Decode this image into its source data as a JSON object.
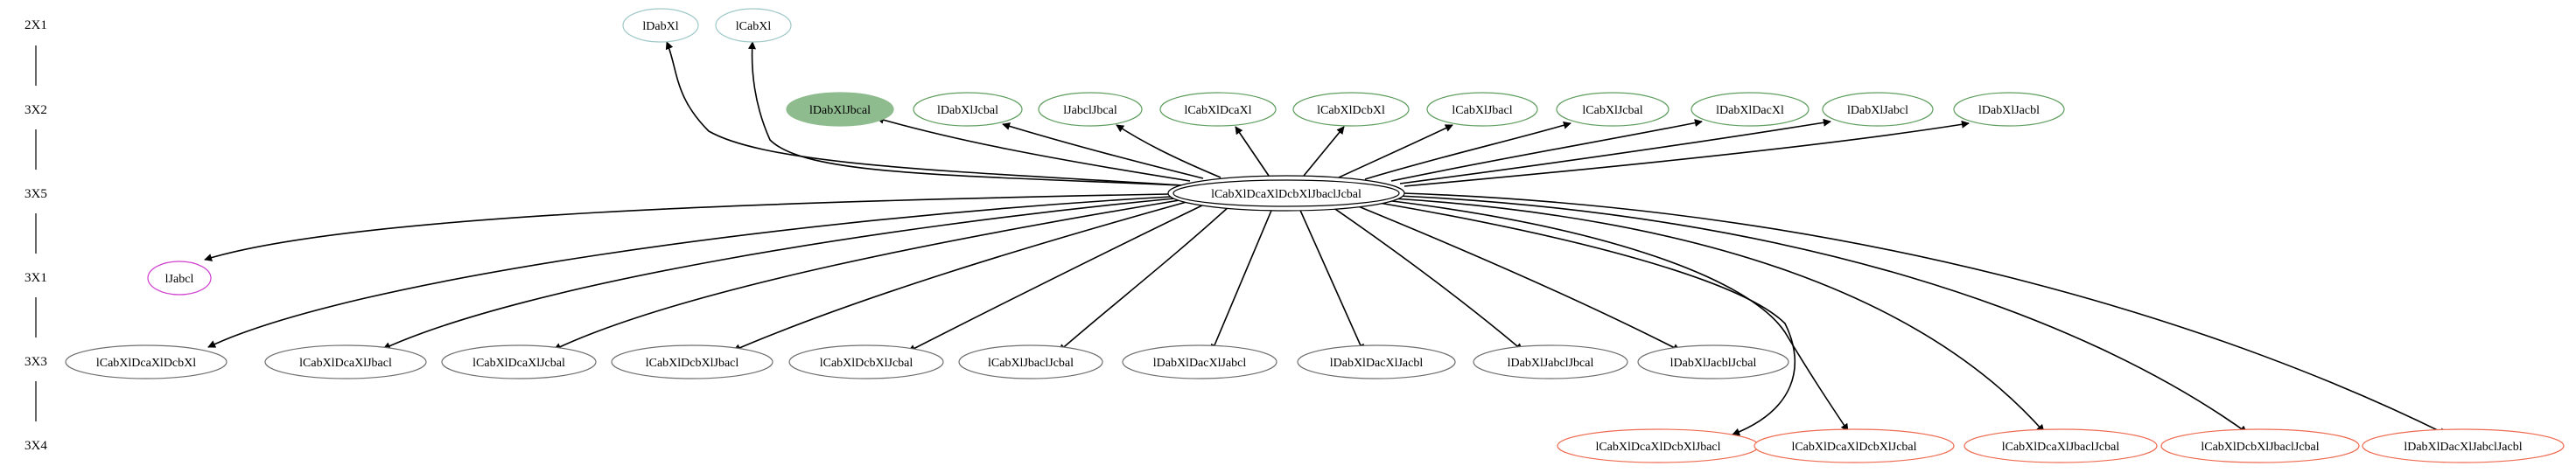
{
  "ranks": [
    "2X1",
    "3X2",
    "3X5",
    "3X1",
    "3X3",
    "3X4"
  ],
  "center": {
    "label": "lCabXlDcaXlDcbXlJbaclJcbal"
  },
  "top_nodes": [
    "lDabXl",
    "lCabXl"
  ],
  "row2": [
    "lDabXlJbcal",
    "lDabXlJcbal",
    "lJabclJbcal",
    "lCabXlDcaXl",
    "lCabXlDcbXl",
    "lCabXlJbacl",
    "lCabXlJcbal",
    "lDabXlDacXl",
    "lDabXlJabcl",
    "lDabXlJacbl"
  ],
  "row3_single": "lJabcl",
  "row4": [
    "lCabXlDcaXlDcbXl",
    "lCabXlDcaXlJbacl",
    "lCabXlDcaXlJcbal",
    "lCabXlDcbXlJbacl",
    "lCabXlDcbXlJcbal",
    "lCabXlJbaclJcbal",
    "lDabXlDacXlJabcl",
    "lDabXlDacXlJacbl",
    "lDabXlJabclJbcal",
    "lDabXlJacblJcbal"
  ],
  "row5": [
    "lCabXlDcaXlDcbXlJbacl",
    "lCabXlDcaXlDcbXlJcbal",
    "lCabXlDcaXlJbaclJcbal",
    "lCabXlDcbXlJbaclJcbal",
    "lDabXlDacXlJabclJacbl"
  ],
  "colors": {
    "top_stroke": "#9fc8c8",
    "row2_stroke": "#5f9e5f",
    "highlight_fill": "#8fbc8f",
    "row3_stroke": "#d040d0",
    "row4_stroke": "#6e6e6e",
    "row5_stroke": "#ee6a50",
    "edge": "#000000"
  }
}
